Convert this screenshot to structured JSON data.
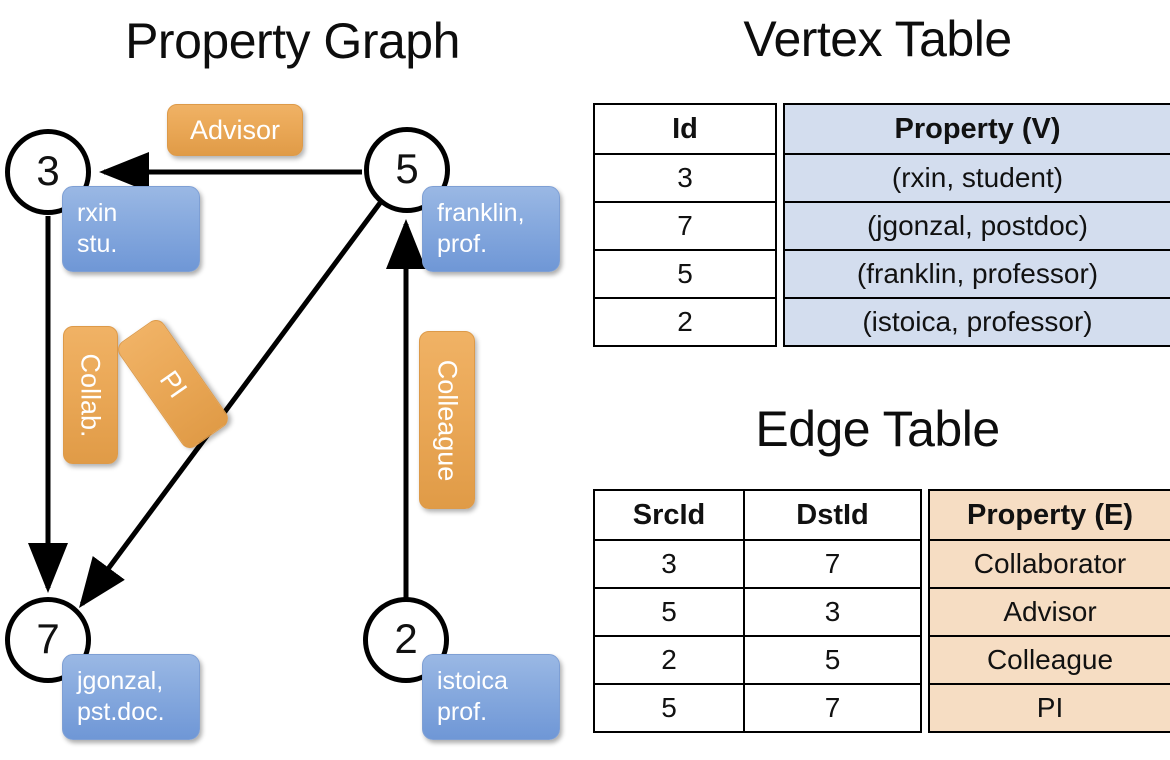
{
  "titles": {
    "graph": "Property Graph",
    "vertex_table": "Vertex Table",
    "edge_table": "Edge Table"
  },
  "graph": {
    "nodes": [
      {
        "id": "3",
        "property_lines": [
          "rxin",
          "stu."
        ]
      },
      {
        "id": "5",
        "property_lines": [
          "franklin,",
          "prof."
        ]
      },
      {
        "id": "7",
        "property_lines": [
          "jgonzal,",
          "pst.doc."
        ]
      },
      {
        "id": "2",
        "property_lines": [
          "istoica",
          "prof."
        ]
      }
    ],
    "edge_labels": [
      {
        "name": "advisor",
        "text": "Advisor"
      },
      {
        "name": "collab",
        "text": "Collab."
      },
      {
        "name": "pi",
        "text": "PI"
      },
      {
        "name": "colleague",
        "text": "Colleague"
      }
    ],
    "edges": [
      {
        "src": "5",
        "dst": "3",
        "label": "Advisor"
      },
      {
        "src": "3",
        "dst": "7",
        "label": "Collab."
      },
      {
        "src": "5",
        "dst": "7",
        "label": "PI"
      },
      {
        "src": "2",
        "dst": "5",
        "label": "Colleague"
      }
    ]
  },
  "vertex_table": {
    "headers": [
      "Id",
      "Property (V)"
    ],
    "rows": [
      {
        "id": "3",
        "property": "(rxin, student)"
      },
      {
        "id": "7",
        "property": "(jgonzal, postdoc)"
      },
      {
        "id": "5",
        "property": "(franklin, professor)"
      },
      {
        "id": "2",
        "property": "(istoica, professor)"
      }
    ]
  },
  "edge_table": {
    "headers": [
      "SrcId",
      "DstId",
      "Property (E)"
    ],
    "rows": [
      {
        "src": "3",
        "dst": "7",
        "property": "Collaborator"
      },
      {
        "src": "5",
        "dst": "3",
        "property": "Advisor"
      },
      {
        "src": "2",
        "dst": "5",
        "property": "Colleague"
      },
      {
        "src": "5",
        "dst": "7",
        "property": "PI"
      }
    ]
  },
  "colors": {
    "vertex_property_fill": "#d3ddee",
    "edge_property_fill": "#f6ddc3",
    "node_callout_blue": "#86a9de",
    "edge_label_orange": "#eaa857",
    "stroke": "#000000"
  }
}
